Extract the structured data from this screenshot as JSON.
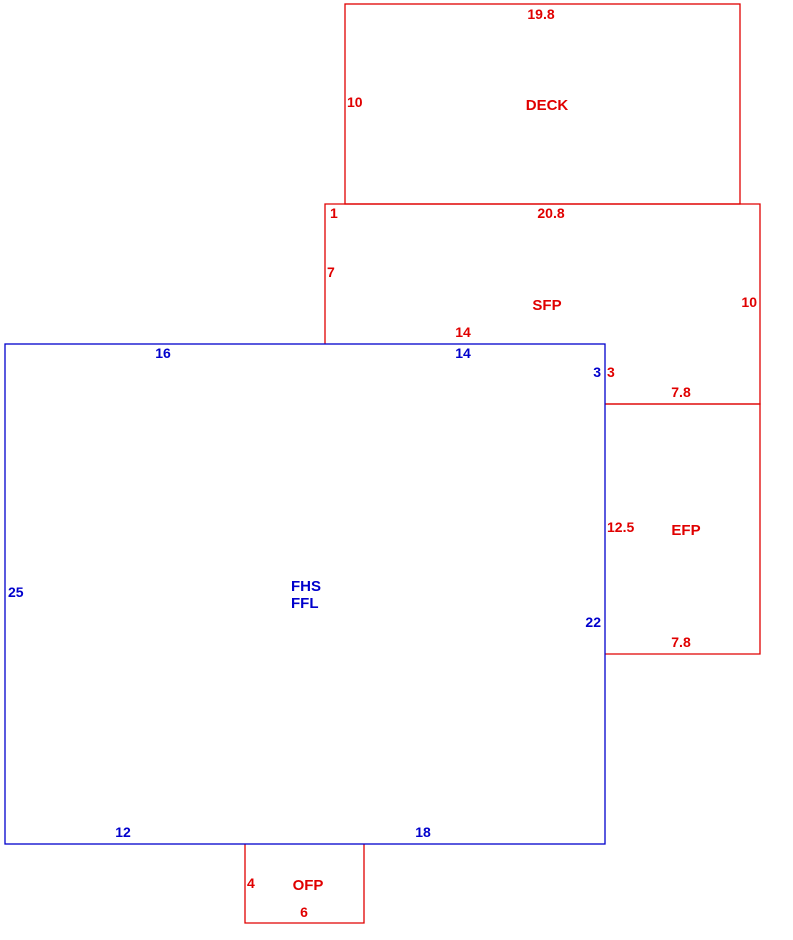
{
  "colors": {
    "main_structure": "#0000cc",
    "addition": "#e00000"
  },
  "areas": {
    "deck": "DECK",
    "sfp": "SFP",
    "efp": "EFP",
    "ofp": "OFP",
    "fhs": "FHS",
    "ffl": "FFL"
  },
  "dimensions": {
    "deck_top": "19.8",
    "deck_left": "10",
    "sfp_top": "20.8",
    "sfp_step": "1",
    "sfp_left": "7",
    "sfp_right": "10",
    "sfp_bottom": "14",
    "sfp_small": "3",
    "efp_top": "7.8",
    "efp_left": "12.5",
    "efp_bottom": "7.8",
    "ofp_left": "4",
    "ofp_bottom": "6",
    "main_top_left": "16",
    "main_top_right": "14",
    "main_notch": "3",
    "main_left": "25",
    "main_right": "22",
    "main_bottom_left": "12",
    "main_bottom_right": "18"
  }
}
